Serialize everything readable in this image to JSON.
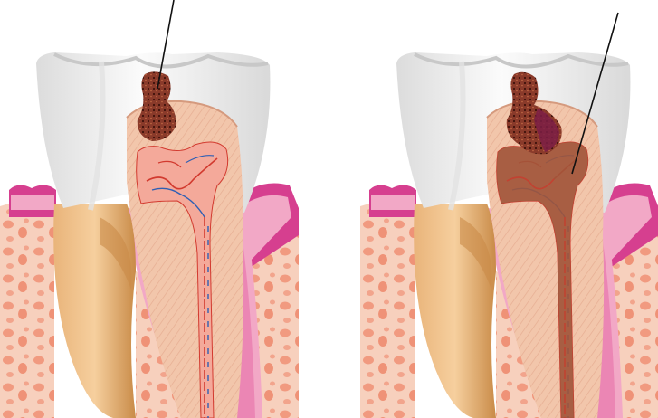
{
  "figure": {
    "panels": [
      {
        "name": "tooth-caries-dentin",
        "leader_target": "caries-lesion"
      },
      {
        "name": "tooth-caries-pulp",
        "leader_target": "infected-pulp"
      }
    ],
    "colors": {
      "background": "#ffffff",
      "enamel": "#f3f3f3",
      "enamel_shade": "#cfcfcf",
      "dentin": "#f2c6ab",
      "dentin_stripe": "#e4a98c",
      "root_tan": "#e8b77c",
      "root_tan_dark": "#c98b48",
      "gum_pink": "#f2a8c6",
      "gum_magenta": "#d63f8f",
      "bone": "#f6c9b4",
      "bone_hole": "#f08f76",
      "pulp": "#f4a99a",
      "pulp_infected": "#a0553a",
      "vessel_red": "#d23a2f",
      "vessel_blue": "#2f5fb4",
      "caries": "#8a3a2a",
      "caries_dark": "#5c1f12",
      "caries_purple": "#7b1f45",
      "leader_line": "#111111"
    }
  }
}
